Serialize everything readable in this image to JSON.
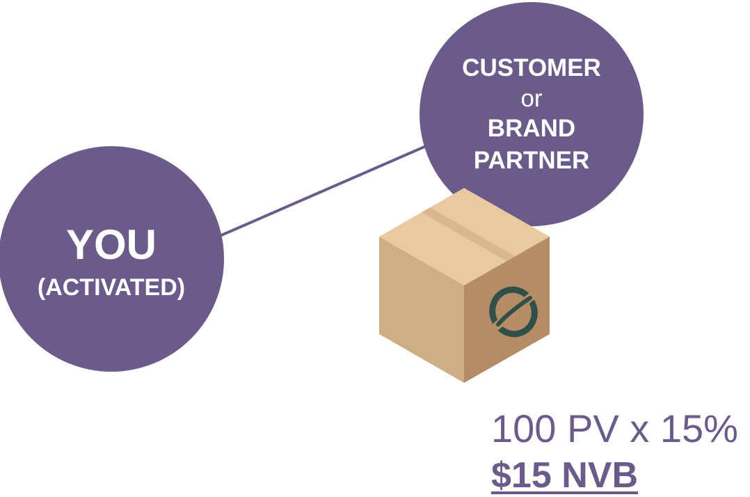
{
  "nodes": {
    "you": {
      "title": "YOU",
      "subtitle": "(ACTIVATED)"
    },
    "customer": {
      "line1": "CUSTOMER",
      "line2": "or",
      "line3": "BRAND",
      "line4": "PARTNER"
    }
  },
  "product": {
    "icon": "box-icon",
    "logo_icon": "leaf-swirl-logo-icon"
  },
  "calculation": {
    "formula": "100 PV x 15%",
    "result": "$15 NVB"
  },
  "colors": {
    "node": "#6b5b8a",
    "text_accent": "#6b5b8a",
    "box_top": "#e8c9a0",
    "box_left": "#cfae85",
    "box_right": "#b48c66",
    "logo": "#2f4f48"
  }
}
